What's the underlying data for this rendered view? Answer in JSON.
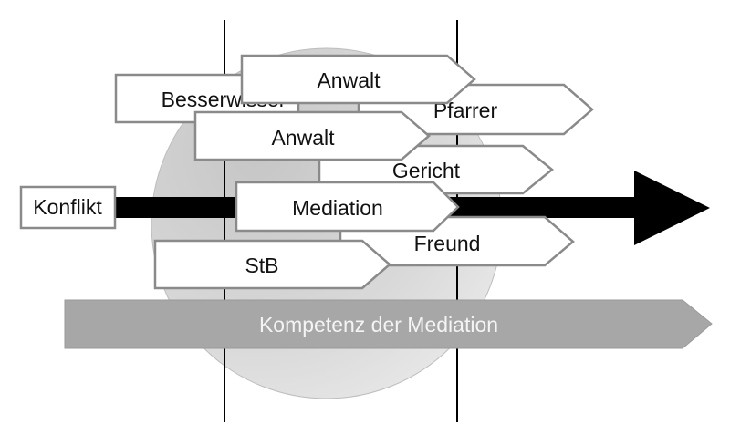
{
  "diagram": {
    "start_label": "Konflikt",
    "competence_bar_label": "Kompetenz der Mediation",
    "colors": {
      "background": "#ffffff",
      "circle": "#d4d4d4",
      "main_arrow": "#000000",
      "competence_bar": "#a6a7a6",
      "shape_border": "#8a8a8a",
      "shape_fill": "#ffffff"
    },
    "actors": [
      {
        "id": "besserwisser",
        "label": "Besserwisser"
      },
      {
        "id": "pfarrer",
        "label": "Pfarrer"
      },
      {
        "id": "anwalt-1",
        "label": "Anwalt"
      },
      {
        "id": "gericht",
        "label": "Gericht"
      },
      {
        "id": "freund",
        "label": "Freund"
      },
      {
        "id": "anwalt-2",
        "label": "Anwalt"
      },
      {
        "id": "stb",
        "label": "StB"
      },
      {
        "id": "mediation",
        "label": "Mediation"
      }
    ]
  }
}
